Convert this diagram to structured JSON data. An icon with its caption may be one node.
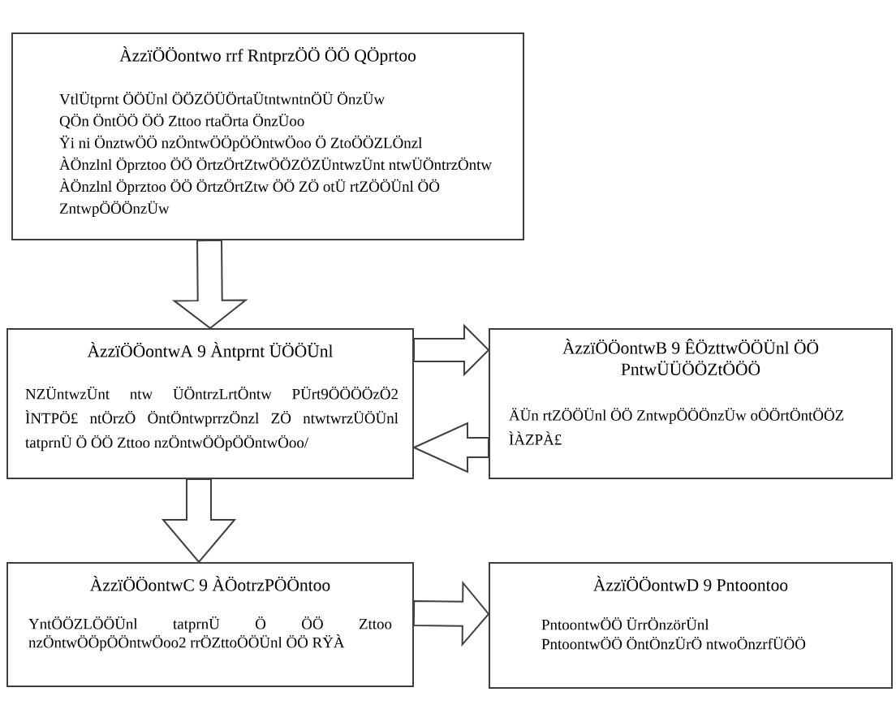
{
  "diagram": {
    "nodes": [
      {
        "text": [
          "ÀzzïÖÖontwo rrf RntprzÖÖ ÖÖ QÖprtoo",
          "VtlÜtprnt ÖÖÜnl ÖÖZÖÜÖrtaÜtntwntnÖÜ ÖnzÜw",
          "QÖn ÖntÖÖ ÖÖ Zttoo rtaÖrta ÖnzÜoo",
          "Ÿi ni ÖnztwÖÖ nzÖntwÖÖpÖÖntwÖoo Ö ZtoÖÖZLÖnzl",
          "ÀÖnzlnl Öprztoo ÖÖ ÖrtzÖrtZtwÖÖZÖZÜntwzÜnt ntwÜÖntrzÖntw",
          "ÀÖnzlnl Öprztoo ÖÖ ÖrtzÖrtZtw ÖÖ ZÖ otÜ rtZÖÖÜnl ÖÖ ZntwpÖÖÖnzÜw"
        ]
      },
      {
        "text": [
          "ÀzzïÖÖontwA 9 Àntprnt ÜÖÖÜnl",
          "NZÜntwzÜnt ntw ÜÖntrzLrtÖntw PÜrt9ÖÖÖÖzÖ2 ÌNTPÖ£ ntÖrzÖ ÖntÖntwprrzÖnzl ZÖ ntwtwrzÜÖÜnl tatprnÜ Ö ÖÖ Zttoo nzÖntwÖÖpÖÖntwÖoo/"
        ]
      },
      {
        "text": [
          "ÀzzïÖÖontwB 9 ÊÖzttwÖÖÜnl ÖÖ PntwÜÜÖÖZtÖÖÖ",
          "ÄÜn rtZÖÖÜnl ÖÖ ZntwpÖÖÖnzÜw oÖÖrtÖntÖÖZ ÌÀZPÀ£"
        ]
      },
      {
        "text": [
          "ÀzzïÖÖontwC 9 ÀÖotrzPÖÖntoo",
          "YntÖÖZLÖÖÜnl tatprnÜ Ö ÖÖ Zttoo nzÖntwÖÖpÖÖntwÖoo2 rrÖZttoÖÖÜnl ÖÖ RŸÀ"
        ]
      },
      {
        "text": [
          "ÀzzïÖÖontwD 9 Pntoontoo",
          "PntoontwÖÖ ÜrrÖnzörÜnl",
          "PntoontwÖÖ ÖntÖnzÜrÖ ntwoÖnzrfÜÖÖ"
        ]
      }
    ],
    "edges": [
      {
        "from": 0,
        "to": 1,
        "arrow": "to"
      },
      {
        "from": 1,
        "to": 2,
        "arrow": "to"
      },
      {
        "from": 2,
        "to": 1,
        "arrow": "to"
      },
      {
        "from": 1,
        "to": 3,
        "arrow": "to"
      },
      {
        "from": 3,
        "to": 4,
        "arrow": "to"
      }
    ]
  }
}
